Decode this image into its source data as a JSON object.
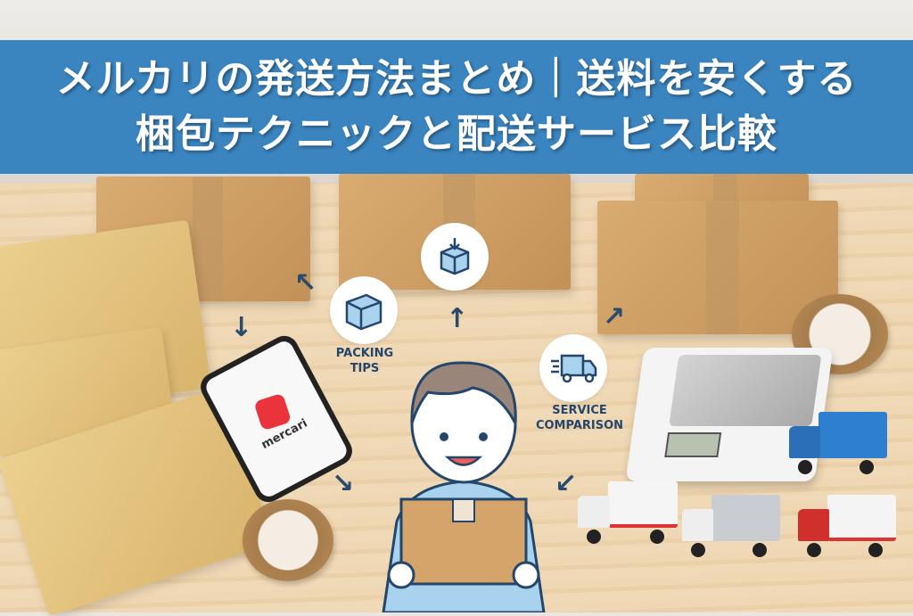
{
  "banner": {
    "title_line1": "メルカリの発送方法まとめ｜送料を安くする",
    "title_line2": "梱包テクニックと配送サービス比較",
    "color": "#3a84bf"
  },
  "phone": {
    "app_name": "mercari"
  },
  "icons": {
    "packing": {
      "label_line1": "PACKING",
      "label_line2": "TIPS"
    },
    "service": {
      "label_line1": "SERVICE",
      "label_line2": "COMPARISON"
    }
  },
  "arrows": {
    "up": "↑",
    "up_right": "↗",
    "up_left": "↖",
    "down": "↓",
    "down_right": "↘",
    "down_left": "↙"
  }
}
